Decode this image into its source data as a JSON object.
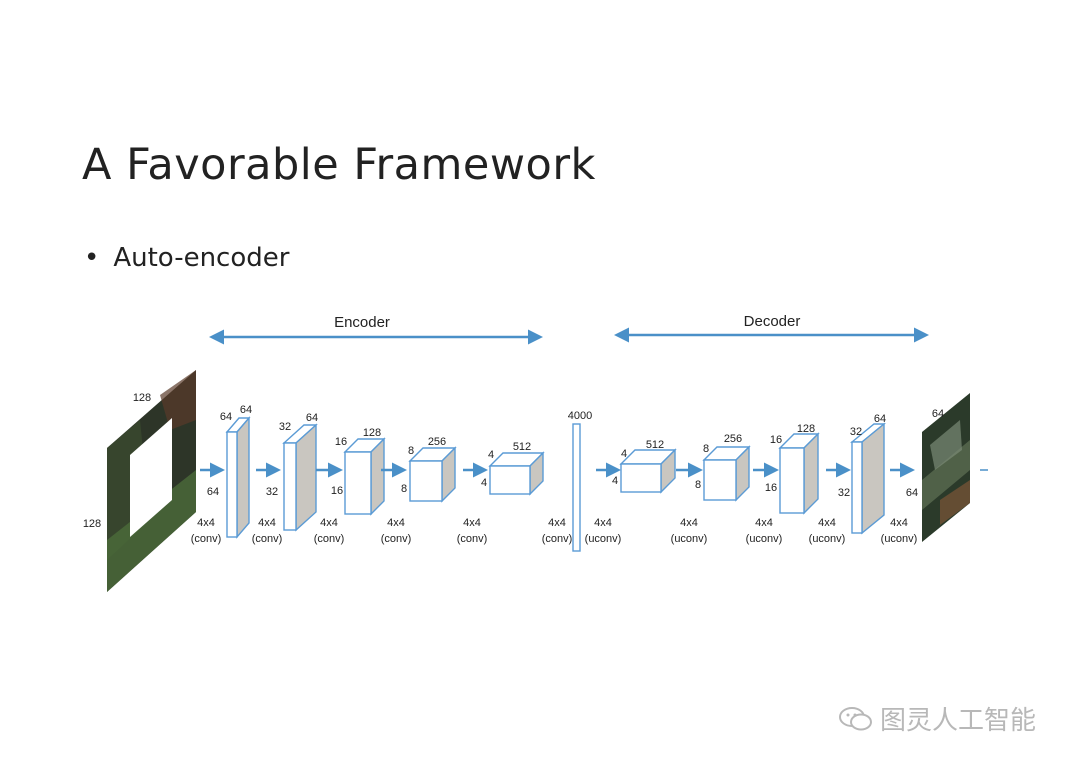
{
  "slide": {
    "title": "A Favorable Framework",
    "bullet": "Auto-encoder"
  },
  "diagram": {
    "encoder_label": "Encoder",
    "decoder_label": "Decoder",
    "input": {
      "width": "128",
      "height": "128"
    },
    "output": {
      "size": "64",
      "side": "64"
    },
    "encoder_blocks": [
      {
        "h": "64",
        "w": "64",
        "side": "64",
        "op": "4x4",
        "kind": "(conv)"
      },
      {
        "h": "32",
        "w": "64",
        "side": "32",
        "op": "4x4",
        "kind": "(conv)"
      },
      {
        "h": "16",
        "w": "128",
        "side": "16",
        "op": "4x4",
        "kind": "(conv)"
      },
      {
        "h": "8",
        "w": "256",
        "side": "8",
        "op": "4x4",
        "kind": "(conv)"
      },
      {
        "h": "4",
        "w": "512",
        "side": "4",
        "op": "4x4",
        "kind": "(conv)"
      }
    ],
    "bottleneck": {
      "label": "4000",
      "op": "4x4",
      "kind": "(conv)"
    },
    "decoder_blocks": [
      {
        "h": "4",
        "w": "512",
        "side": "4",
        "op": "4x4",
        "kind": "(uconv)"
      },
      {
        "h": "8",
        "w": "256",
        "side": "8",
        "op": "4x4",
        "kind": "(uconv)"
      },
      {
        "h": "16",
        "w": "128",
        "side": "16",
        "op": "4x4",
        "kind": "(uconv)"
      },
      {
        "h": "32",
        "w": "64",
        "side": "32",
        "op": "4x4",
        "kind": "(uconv)"
      },
      {
        "op": "4x4",
        "kind": "(uconv)"
      }
    ]
  },
  "watermark": "图灵人工智能",
  "colors": {
    "arrow": "#4a90c8",
    "block_edge": "#5b9bd5",
    "block_side": "#c9c6c0"
  }
}
